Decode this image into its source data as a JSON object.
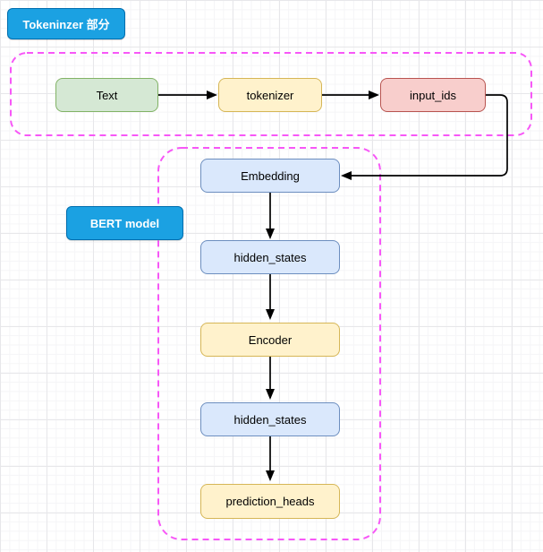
{
  "diagram": {
    "section_labels": {
      "tokenizer": "Tokeninzer 部分",
      "bert": "BERT model"
    },
    "nodes": {
      "text": {
        "label": "Text",
        "color": "green"
      },
      "tokenizer": {
        "label": "tokenizer",
        "color": "yellow"
      },
      "input_ids": {
        "label": "input_ids",
        "color": "red"
      },
      "embedding": {
        "label": "Embedding",
        "color": "blue"
      },
      "hidden_states_1": {
        "label": "hidden_states",
        "color": "blue"
      },
      "encoder": {
        "label": "Encoder",
        "color": "yellow"
      },
      "hidden_states_2": {
        "label": "hidden_states",
        "color": "blue"
      },
      "prediction_heads": {
        "label": "prediction_heads",
        "color": "yellow"
      }
    },
    "edges": [
      {
        "from": "Text",
        "to": "tokenizer"
      },
      {
        "from": "tokenizer",
        "to": "input_ids"
      },
      {
        "from": "input_ids",
        "to": "Embedding"
      },
      {
        "from": "Embedding",
        "to": "hidden_states"
      },
      {
        "from": "hidden_states",
        "to": "Encoder"
      },
      {
        "from": "Encoder",
        "to": "hidden_states"
      },
      {
        "from": "hidden_states",
        "to": "prediction_heads"
      }
    ],
    "colors": {
      "section_label_fill": "#1ba1e2",
      "section_label_border": "#006eaf",
      "section_label_text": "#ffffff",
      "container_dashed_border": "#f757f7",
      "node_green_fill": "#d5e8d4",
      "node_green_border": "#82b366",
      "node_yellow_fill": "#fff2cc",
      "node_yellow_border": "#d6b656",
      "node_red_fill": "#f8cecc",
      "node_red_border": "#b85450",
      "node_blue_fill": "#dae8fc",
      "node_blue_border": "#6c8ebf",
      "arrow_color": "#000000"
    }
  }
}
